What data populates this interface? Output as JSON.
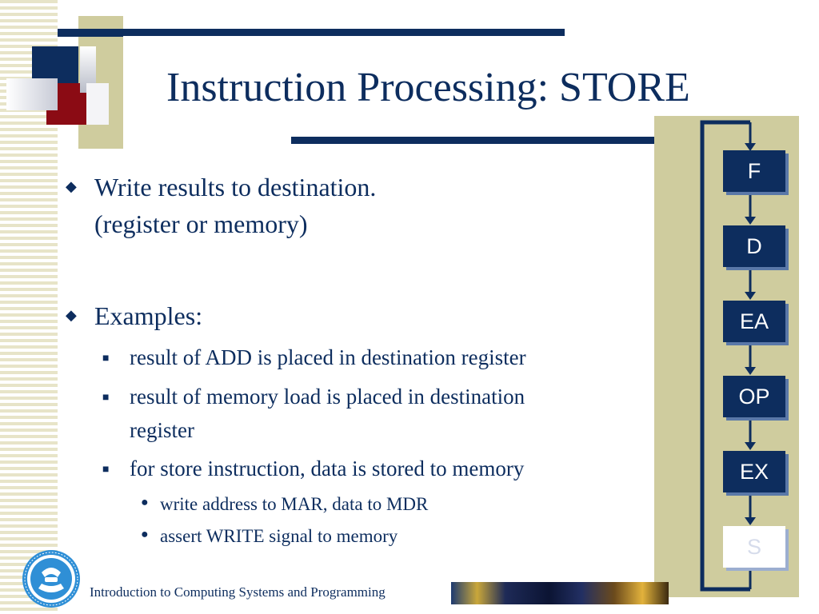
{
  "slide": {
    "title": "Instruction Processing: STORE",
    "bullets": [
      {
        "lines": [
          "Write results to destination.",
          "(register or memory)"
        ]
      },
      {
        "lines": [
          "Examples:"
        ],
        "sub": [
          {
            "lines": [
              "result of ADD is placed in destination register"
            ]
          },
          {
            "lines": [
              "result of memory load is placed in destination",
              "register"
            ]
          },
          {
            "lines": [
              "for store instruction, data is stored to memory"
            ],
            "sub": [
              {
                "text": "write address to MAR, data to MDR"
              },
              {
                "text": "assert WRITE signal to memory"
              }
            ]
          }
        ]
      }
    ]
  },
  "flow": {
    "stages": [
      "F",
      "D",
      "EA",
      "OP",
      "EX",
      "S"
    ],
    "active_stage": "S"
  },
  "footer": {
    "course": "Introduction to Computing Systems and Programming",
    "logo_text": "دانشگاه تهران"
  },
  "colors": {
    "primary": "#0d2d5e",
    "accent_red": "#8b0b14",
    "panel_khaki": "#cfcc9e",
    "stripe_tan": "#e7e4c8"
  },
  "icons": {
    "level1_bullet": "diamond-icon",
    "level2_bullet": "square-icon",
    "level3_bullet": "dot-icon"
  }
}
